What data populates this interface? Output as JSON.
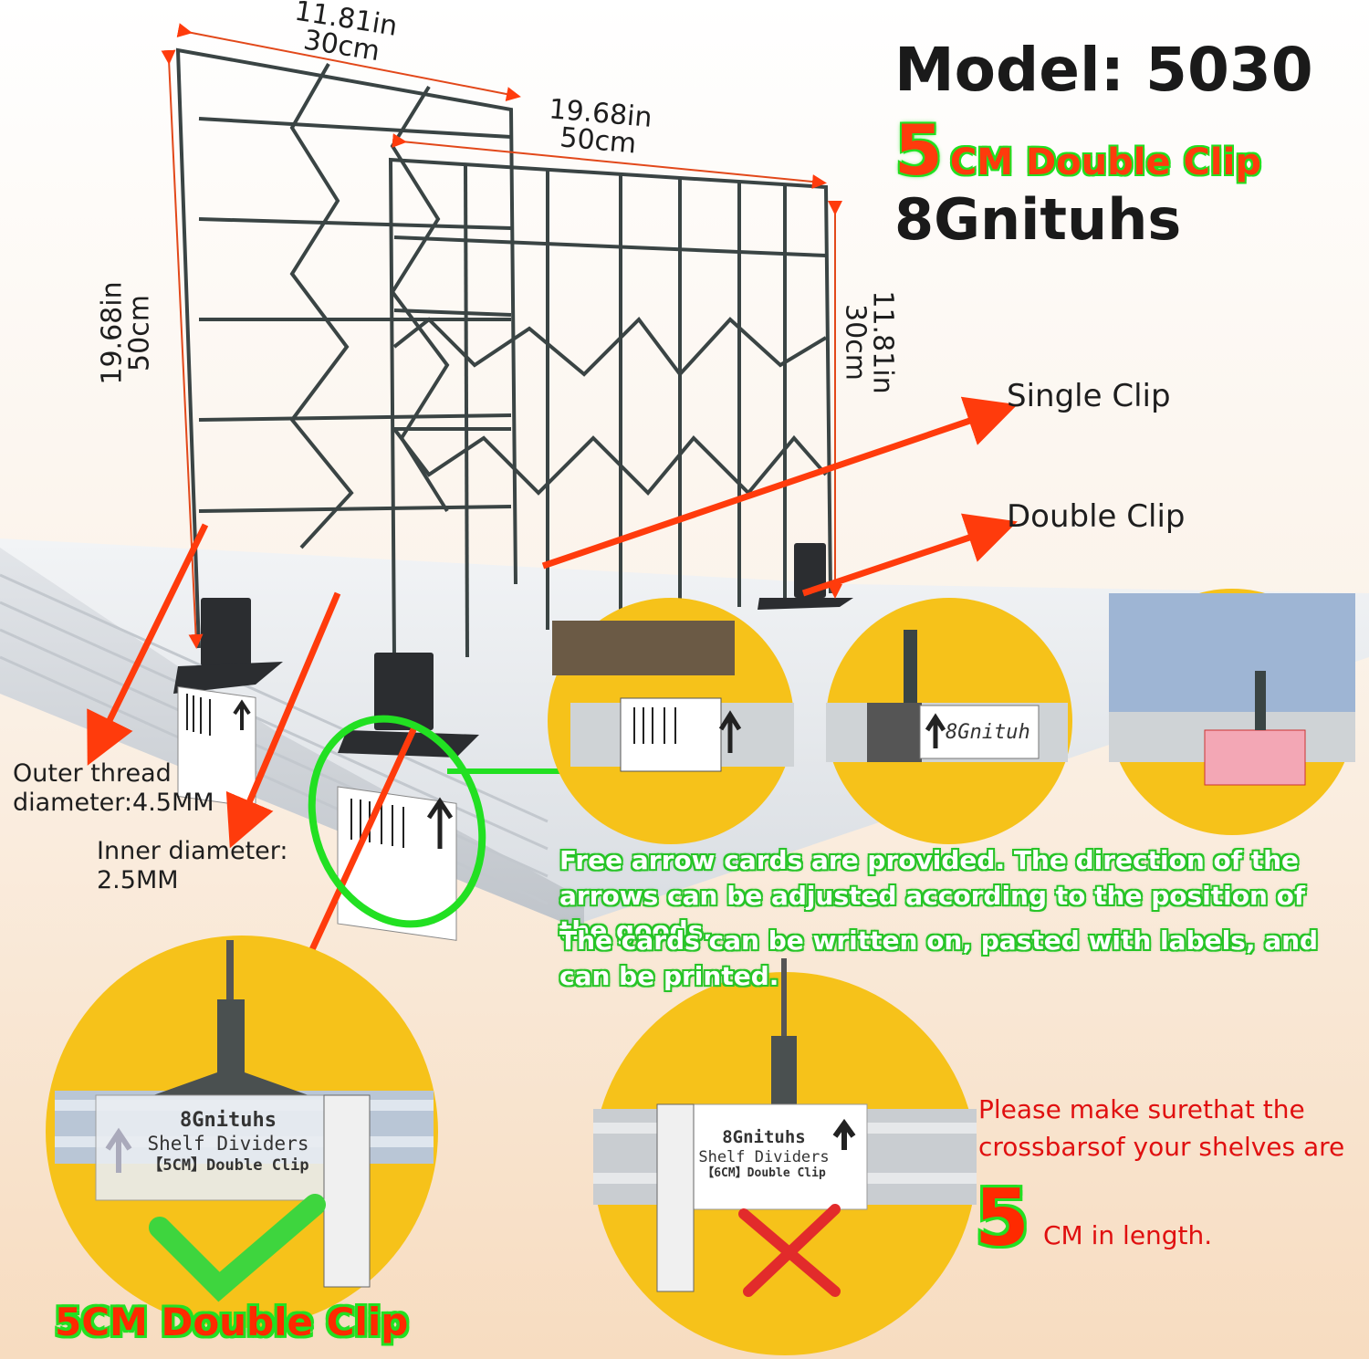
{
  "header": {
    "model": "Model: 5030",
    "clip_number": "5",
    "clip_text": "CM Double Clip",
    "brand": "8Gnituhs"
  },
  "dimensions": {
    "back_width": [
      "11.81in",
      "30cm"
    ],
    "front_width": [
      "19.68in",
      "50cm"
    ],
    "left_height": [
      "19.68in",
      "50cm"
    ],
    "right_height": [
      "11.81in",
      "30cm"
    ]
  },
  "callouts": {
    "single_clip": "Single Clip",
    "double_clip": "Double Clip",
    "outer_thread": [
      "Outer thread",
      "diameter:4.5MM"
    ],
    "inner_diameter": [
      "Inner diameter:",
      "2.5MM"
    ]
  },
  "info": {
    "arrow_cards": "Free arrow cards are provided. The direction of the arrows can be adjusted according to the position of the goods.",
    "writable": "The cards can be written on, pasted with labels, and can be printed."
  },
  "warning": {
    "line1": "Please make surethat the",
    "line2": "crossbarsof your shelves are",
    "number": "5",
    "unit": "CM in length."
  },
  "card_5cm": {
    "brand": "8Gnituhs",
    "product": "Shelf Dividers",
    "size": "【5CM】Double Clip"
  },
  "card_6cm": {
    "brand": "8Gnituhs",
    "product": "Shelf Dividers",
    "size": "【6CM】Double Clip"
  },
  "photo_card_text": "8Gnituh",
  "bottom_label": "5CM Double Clip",
  "colors": {
    "accent_red": "#ff3b0c",
    "glow_green": "#22e022",
    "circle_yellow": "#f6c21a",
    "wire_gray": "#3a4444"
  }
}
